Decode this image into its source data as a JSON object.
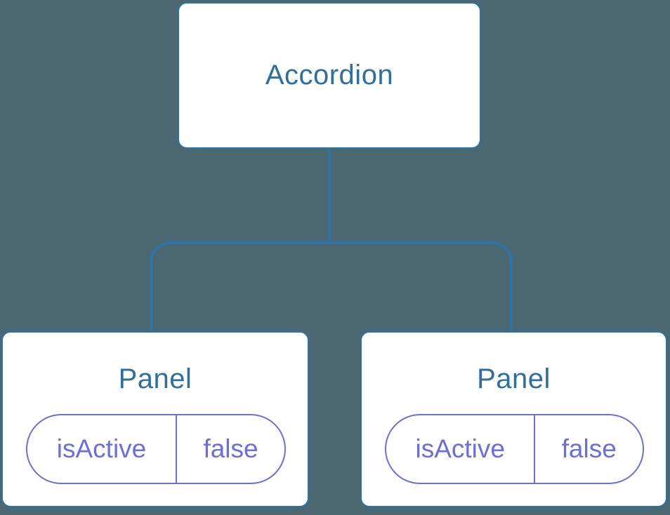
{
  "colors": {
    "background": "#4B6771",
    "line": "#2E73A6",
    "node_text": "#2E6F9E",
    "state": "#6A6EDF",
    "node_fill": "#FFFFFF"
  },
  "tree": {
    "root": {
      "label": "Accordion"
    },
    "children": [
      {
        "label": "Panel",
        "state": {
          "key": "isActive",
          "value": "false"
        }
      },
      {
        "label": "Panel",
        "state": {
          "key": "isActive",
          "value": "false"
        }
      }
    ]
  }
}
